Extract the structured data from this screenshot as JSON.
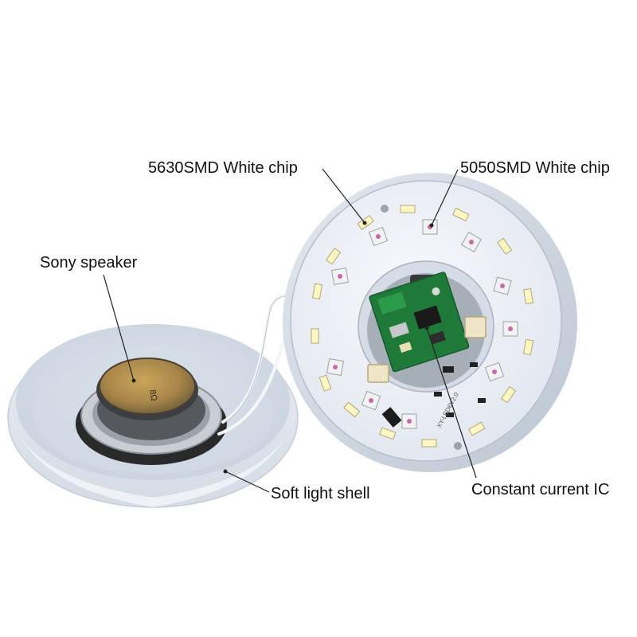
{
  "callouts": {
    "smd5630": "5630SMD White chip",
    "smd5050": "5050SMD White chip",
    "speaker": "Sony speaker",
    "shell": "Soft light shell",
    "ic": "Constant current IC"
  },
  "board_print": "XY-LED6V2.0",
  "speaker_print": "8Ω",
  "colors": {
    "background": "#ffffff",
    "shell": "#e6ecf2",
    "board": "#eef2f7",
    "pcb": "#1f7a3a",
    "led_5630": "#fff6c2",
    "led_5050": "#f2f2f2",
    "text": "#111111",
    "leader_line": "#222222"
  }
}
